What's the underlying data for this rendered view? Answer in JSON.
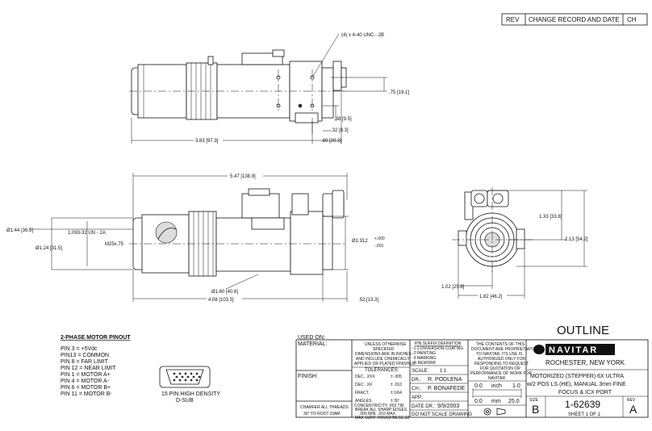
{
  "revision_block": {
    "rev": "REV",
    "change": "CHANGE RECORD AND DATE",
    "ch": "CH"
  },
  "dims": {
    "holes": "(4) x 4-40 UNC - 2B",
    "d075": ".75 [19.1]",
    "d038": ".38 [9.5]",
    "d032": ".32 [8.3]",
    "d383": "3.83 [97.3]",
    "d080": ".80 [20.3]",
    "d547": "5.47 [138.9]",
    "d144": "Ø1.44 [36.5]",
    "thread": "1.093-32 UN - 2A",
    "d124": "Ø1.24 [31.5]",
    "m25": "M25x.75",
    "d1312": "Ø1.312",
    "tol_plus": "+.000",
    "tol_minus": "-.001",
    "d160": "Ø1.60 [40.6]",
    "d408": "4.08 [103.5]",
    "d052": ".52 [13.3]",
    "d133": "1.33 [33.8]",
    "d213": "2.13 [54.2]",
    "d102": "1.02 [25.8]",
    "d182": "1.82 [46.2]"
  },
  "pinout": {
    "title": "2-PHASE MOTOR PINOUT",
    "pins": [
      "PIN 3 =   +5Vdc",
      "PIN13 =  COMMON",
      "PIN 8 =   FAR LIMIT",
      "PIN 12 = NEAR LIMIT",
      "PIN 1 =   MOTOR A+",
      "PIN 4 =   MOTOR A-",
      "PIN 6 =   MOTOR B+",
      "PIN 11 = MOTOR B-"
    ],
    "connector_l1": "15 PIN HIGH DENSITY",
    "connector_l2": "D-SUB"
  },
  "title_block": {
    "outline": "OUTLINE",
    "used_on": "USED ON:",
    "material": "MATERIAL:",
    "finish": "FINISH:",
    "unless": [
      "UNLESS OTHERWISE",
      "SPECIFIED",
      "DIMENSIONS ARE IN INCHES",
      "AND INCLUDE CHEMICALLY",
      "APPLIED OR PLATED FINISHES"
    ],
    "tolerances": "TOLERANCES:",
    "dec3": "DEC. .XXX",
    "dec3v": "± .005",
    "dec2": "DEC. .XX",
    "dec2v": "± .010",
    "fract": "FRACT.",
    "fractv": "± 1/64",
    "angles": "ANGLES",
    "anglesv": "± 30'",
    "conc": "CONCENTRICITY   .003 TIR",
    "break": "BREAK ALL SHARP EDGES",
    "breakv": ".005 MIN. .010 MAX",
    "rough": "MAX SURF. ROUGHNESS   32",
    "chamfer1": "CHAMFER ALL THREADS",
    "chamfer2": "30° TO ROOT DIAM",
    "suffix_title": "P/N SUFFIX DEFINITION",
    "suffix": [
      "-1 CONVERSION COATING",
      "-2 PAINTING",
      "-3 MARKING",
      "-R REWORK"
    ],
    "scale_l": "SCALE:",
    "scale_v": "1:1",
    "dr_l": "DR.:",
    "dr_v": "R. PODLENA",
    "ch_l": "CH.:",
    "ch_v": "P. BONAFEDE",
    "app_l": "APP.:",
    "date_l": "DATE DR.:",
    "date_v": "9/9/2003",
    "dnsd": "DO NOT SCALE DRAWING",
    "proprietary": [
      "THE CONTENTS OF THIS",
      "DOCUMENT ARE PROPRIETARY",
      "TO NAVITAR, ITS USE IS",
      "AUTHORIZED ONLY FOR",
      "RESPONDING TO REQUEST",
      "FOR QUOTATION OR",
      "PERFORMANCE OF WORK FOR",
      "NAVITAR"
    ],
    "inch_s": "0.0",
    "inch_l": "inch",
    "inch_e": "1.0",
    "mm_s": "0.0",
    "mm_l": "mm",
    "mm_e": "25.0",
    "logo": "NAVITAR",
    "location": "ROCHESTER, NEW YORK",
    "desc": [
      "MOTORIZED (STEPPER) 6X ULTRA",
      "w/2 POS LS (HE), MANUAL 3mm FINE",
      "FOCUS & ICX PORT"
    ],
    "size_l": "SIZE",
    "size_v": "B",
    "dwg_no": "1-62639",
    "sheet": "SHEET 1 OF 1",
    "rev_l": "REV",
    "rev_v": "A"
  }
}
